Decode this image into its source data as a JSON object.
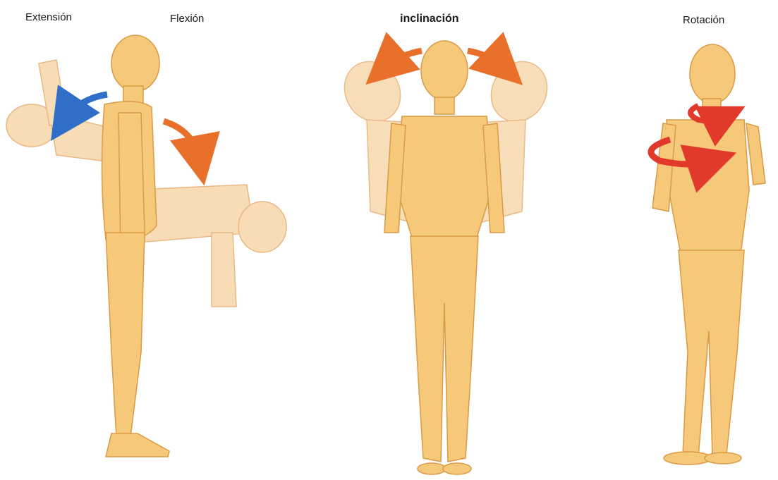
{
  "labels": {
    "extension": "Extensión",
    "flexion": "Flexión",
    "inclination": "inclinación",
    "rotation": "Rotación"
  },
  "colors": {
    "skin": "#f6c879",
    "skin_outline": "#d99a45",
    "ghost": "#f8dcb6",
    "ghost_outline": "#e8b884",
    "arrow_blue": "#2f6fc8",
    "arrow_orange": "#e8702a",
    "arrow_red": "#e23a2a"
  },
  "icons": [
    "extension-arrow-icon",
    "flexion-arrow-icon",
    "inclination-arrows-icon",
    "rotation-arrows-icon"
  ]
}
